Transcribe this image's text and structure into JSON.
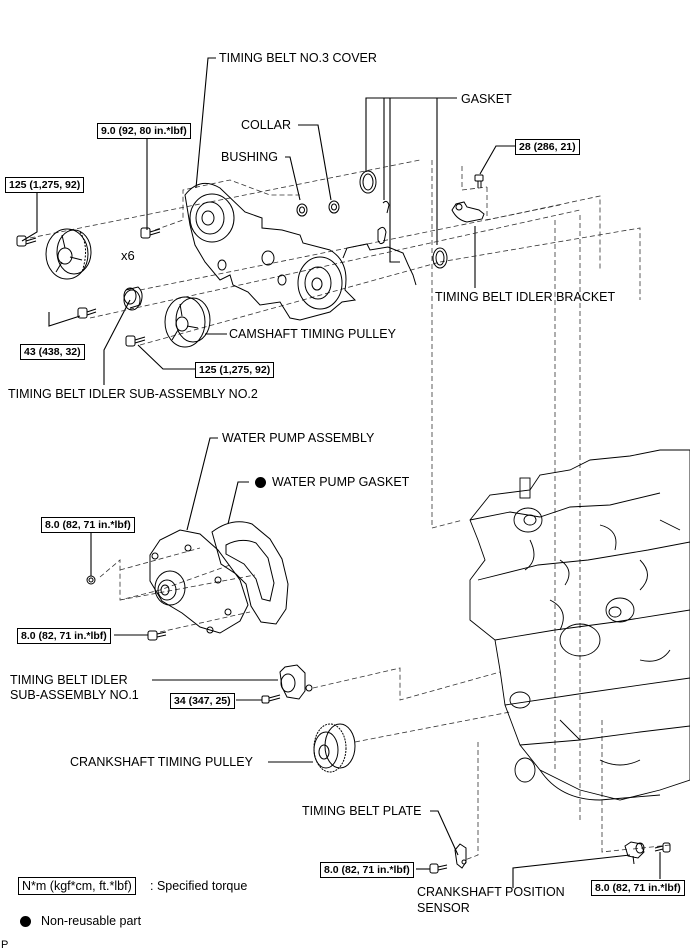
{
  "diagram": {
    "type": "exploded-parts-view",
    "parts": {
      "timing_belt_no3_cover": "TIMING BELT NO.3 COVER",
      "gasket": "GASKET",
      "collar": "COLLAR",
      "bushing": "BUSHING",
      "camshaft_timing_pulley": "CAMSHAFT TIMING PULLEY",
      "timing_belt_idler_bracket": "TIMING BELT IDLER BRACKET",
      "timing_belt_idler_sub_assembly_no2": "TIMING BELT IDLER SUB-ASSEMBLY NO.2",
      "water_pump_assembly": "WATER PUMP ASSEMBLY",
      "water_pump_gasket": "WATER PUMP GASKET",
      "timing_belt_idler_sub_assembly_no1_line1": "TIMING BELT IDLER",
      "timing_belt_idler_sub_assembly_no1_line2": "SUB-ASSEMBLY NO.1",
      "crankshaft_timing_pulley": "CRANKSHAFT TIMING PULLEY",
      "timing_belt_plate": "TIMING BELT PLATE",
      "crankshaft_position_sensor_line1": "CRANKSHAFT POSITION",
      "crankshaft_position_sensor_line2": "SENSOR"
    },
    "quantity_marks": {
      "cover_bolts": "x6"
    },
    "torques": {
      "upper_camshaft_pulley_bolt": "125 (1,275, 92)",
      "cover_bolts": "9.0 (92, 80 in.*lbf)",
      "idler_bracket_bolt": "28 (286, 21)",
      "idler_no2_bolt": "43 (438, 32)",
      "lower_camshaft_pulley_bolt": "125 (1,275, 92)",
      "water_pump_nut": "8.0 (82, 71 in.*lbf)",
      "water_pump_bolt": "8.0 (82, 71 in.*lbf)",
      "idler_no1_bolt": "34 (347, 25)",
      "timing_belt_plate_bolt": "8.0 (82, 71 in.*lbf)",
      "crank_sensor_bolt": "8.0 (82, 71 in.*lbf)"
    },
    "legend": {
      "torque_unit": "N*m (kgf*cm, ft.*lbf)",
      "torque_desc": ": Specified torque",
      "non_reusable": "Non-reusable part"
    },
    "corner_mark": "P"
  }
}
